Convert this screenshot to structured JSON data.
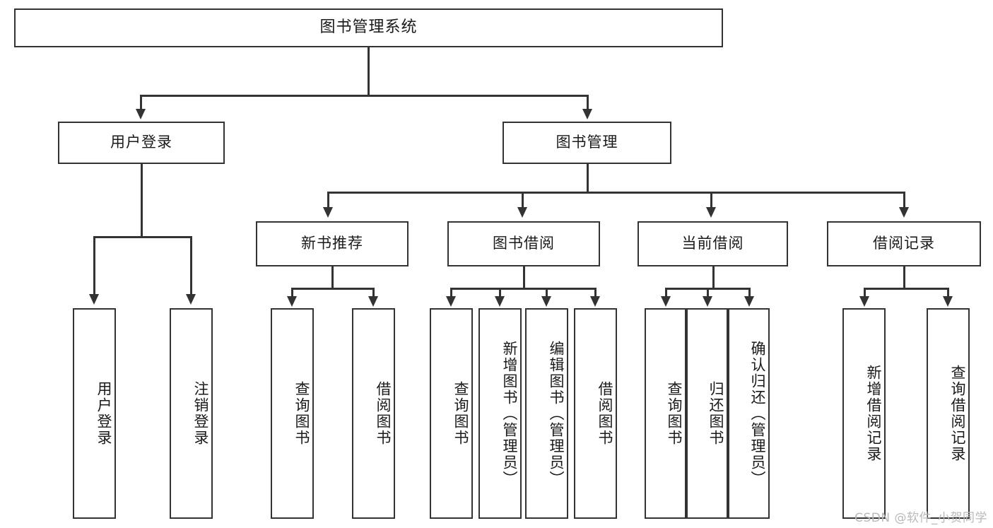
{
  "diagram": {
    "title": "图书管理系统",
    "type": "tree",
    "root": {
      "label": "图书管理系统",
      "children": [
        {
          "label": "用户登录",
          "children": [
            {
              "label": "用户登录"
            },
            {
              "label": "注销登录"
            }
          ]
        },
        {
          "label": "图书管理",
          "children": [
            {
              "label": "新书推荐",
              "children": [
                {
                  "label": "查询图书"
                },
                {
                  "label": "借阅图书"
                }
              ]
            },
            {
              "label": "图书借阅",
              "children": [
                {
                  "label": "查询图书"
                },
                {
                  "label": "新增图书（管理员）"
                },
                {
                  "label": "编辑图书（管理员）"
                },
                {
                  "label": "借阅图书"
                }
              ]
            },
            {
              "label": "当前借阅",
              "children": [
                {
                  "label": "查询图书"
                },
                {
                  "label": "归还图书"
                },
                {
                  "label": "确认归还（管理员）"
                }
              ]
            },
            {
              "label": "借阅记录",
              "children": [
                {
                  "label": "新增借阅记录"
                },
                {
                  "label": "查询借阅记录"
                }
              ]
            }
          ]
        }
      ]
    },
    "nodes": {
      "root": "图书管理系统",
      "l1_user_login": "用户登录",
      "l1_book_manage": "图书管理",
      "l2_user_login": "用户登录",
      "l2_logout": "注销登录",
      "l2_new_book_rec": "新书推荐",
      "l2_book_borrow": "图书借阅",
      "l2_current_borrow": "当前借阅",
      "l2_borrow_record": "借阅记录",
      "l3_nbr_query": "查询图书",
      "l3_nbr_borrow": "借阅图书",
      "l3_bb_query": "查询图书",
      "l3_bb_add": "新增图书（管理员）",
      "l3_bb_edit": "编辑图书（管理员）",
      "l3_bb_borrow": "借阅图书",
      "l3_cb_query": "查询图书",
      "l3_cb_return": "归还图书",
      "l3_cb_confirm": "确认归还（管理员）",
      "l3_br_add": "新增借阅记录",
      "l3_br_query": "查询借阅记录"
    }
  },
  "watermark": {
    "text": "CSDN @软件_小贺同学"
  },
  "colors": {
    "stroke": "#333333",
    "box_fill": "#ffffff",
    "text": "#1a1a1a",
    "watermark": "#b9b9b9",
    "background": "#ffffff"
  }
}
